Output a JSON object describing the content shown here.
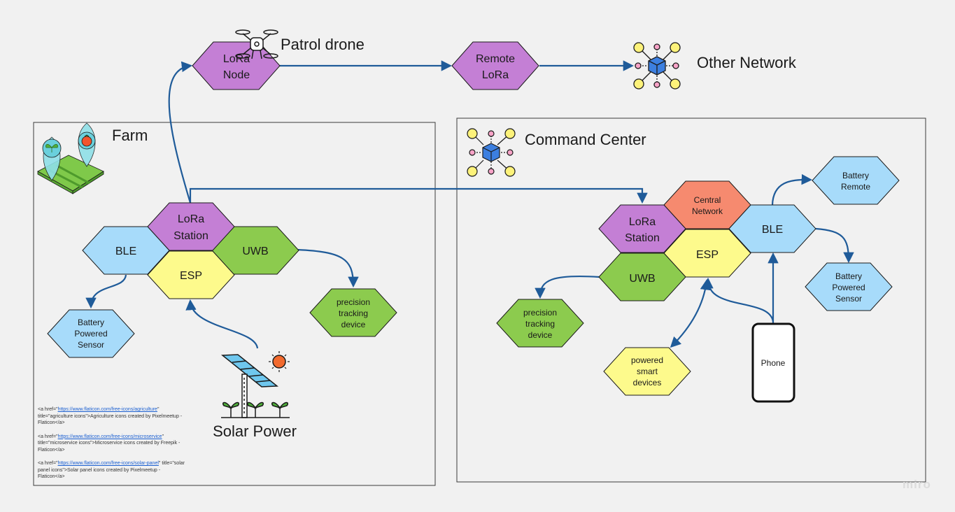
{
  "frames": {
    "farm": {
      "title": "Farm"
    },
    "command_center": {
      "title": "Command Center"
    }
  },
  "top": {
    "patrol_drone": "Patrol drone",
    "other_network": "Other Network",
    "lora_node": [
      "LoRa",
      "Node"
    ],
    "remote_lora": [
      "Remote",
      "LoRa"
    ]
  },
  "farm": {
    "lora_station": [
      "LoRa",
      "Station"
    ],
    "ble": "BLE",
    "uwb": "UWB",
    "esp": "ESP",
    "battery_sensor": [
      "Battery",
      "Powered",
      "Sensor"
    ],
    "precision_tracking": [
      "precision",
      "tracking",
      "device"
    ],
    "solar_power": "Solar Power"
  },
  "command_center": {
    "central_network": [
      "Central",
      "Network"
    ],
    "lora_station": [
      "LoRa",
      "Station"
    ],
    "ble": "BLE",
    "esp": "ESP",
    "uwb": "UWB",
    "battery_remote": [
      "Battery",
      "Remote"
    ],
    "battery_sensor": [
      "Battery",
      "Powered",
      "Sensor"
    ],
    "precision_tracking": [
      "precision",
      "tracking",
      "device"
    ],
    "powered_smart_devices": [
      "powered",
      "smart",
      "devices"
    ],
    "phone": "Phone"
  },
  "credits": {
    "agriculture": {
      "pre": "<a href=\"",
      "link": "https://www.flaticon.com/free-icons/agriculture",
      "post": "\" title=\"agriculture icons\">Agriculture icons created by Pixelmeetup - Flaticon</a>"
    },
    "microservice": {
      "pre": "<a href=\"",
      "link": "https://www.flaticon.com/free-icons/microservice",
      "post": "\" title=\"microservice icons\">Microservice icons created by Freepik - Flaticon</a>"
    },
    "solar": {
      "pre": "<a href=\"",
      "link": "https://www.flaticon.com/free-icons/solar-panel",
      "post": "\" title=\"solar panel icons\">Solar panel icons created by Pixelmeetup - Flaticon</a>"
    }
  },
  "watermark": "miro",
  "colors": {
    "purple": "#c47fd5",
    "blue": "#a7dbfa",
    "green": "#8ccb4e",
    "yellow": "#fdfa8c",
    "salmon": "#f68a6f",
    "arrow": "#1f5b99",
    "frame_border": "#3a3a3a"
  }
}
